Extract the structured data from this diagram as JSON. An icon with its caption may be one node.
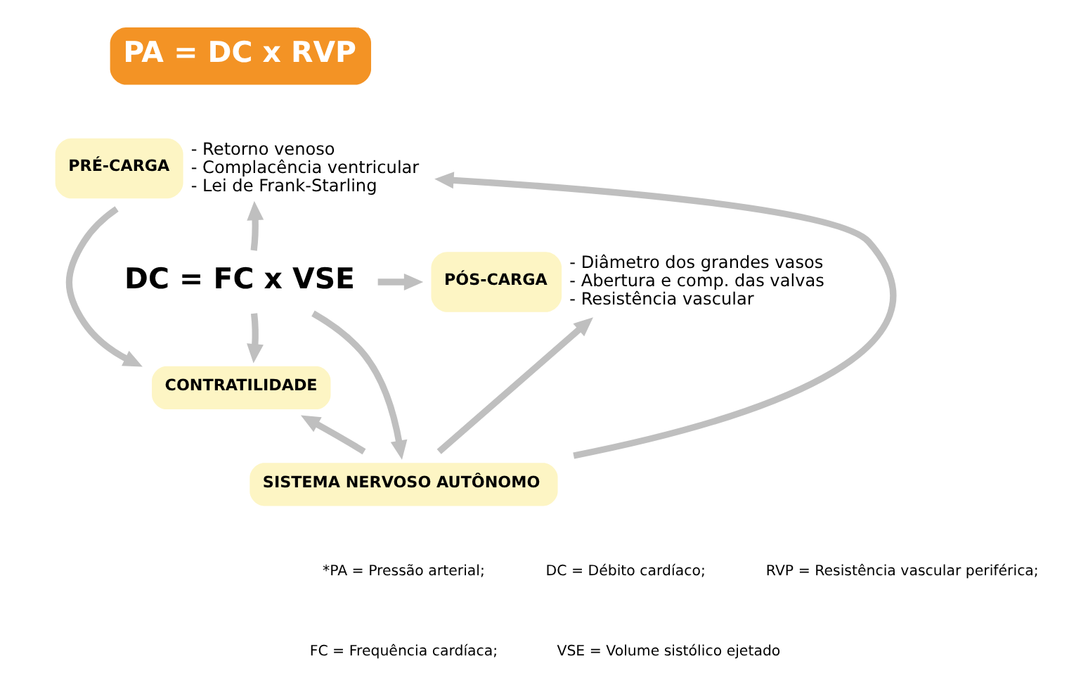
{
  "diagram": {
    "nodes": [
      {
        "text": [
          "PA = DC x RVP"
        ]
      },
      {
        "text": [
          "PRÉ-CARGA"
        ],
        "beside": [
          "- Retorno venoso",
          "- Complacência ventricular",
          "- Lei de Frank-Starling"
        ]
      },
      {
        "text": [
          "DC = FC x VSE"
        ]
      },
      {
        "text": [
          "PÓS-CARGA"
        ],
        "beside": [
          "- Diâmetro dos grandes vasos",
          "- Abertura e comp. das valvas",
          "- Resistência vascular"
        ]
      },
      {
        "text": [
          "CONTRATILIDADE"
        ]
      },
      {
        "text": [
          "SISTEMA NERVOSO AUTÔNOMO"
        ]
      }
    ],
    "edges": [
      {
        "from": 2,
        "to": 1,
        "arrow": "to"
      },
      {
        "from": 2,
        "to": 3,
        "arrow": "to"
      },
      {
        "from": 2,
        "to": 4,
        "arrow": "to"
      },
      {
        "from": 2,
        "to": 5,
        "arrow": "to"
      },
      {
        "from": 5,
        "to": 1,
        "arrow": "to"
      },
      {
        "from": 5,
        "to": 4,
        "arrow": "to"
      },
      {
        "from": 5,
        "to": 3,
        "arrow": "to"
      },
      {
        "from": 1,
        "to": 4,
        "arrow": "to"
      }
    ],
    "labels": [
      "*PA = Pressão arterial;",
      "DC = Débito cardíaco;",
      "RVP = Resistência vascular periférica;",
      "FC = Frequência cardíaca;",
      "VSE = Volume sistólico ejetado"
    ]
  }
}
